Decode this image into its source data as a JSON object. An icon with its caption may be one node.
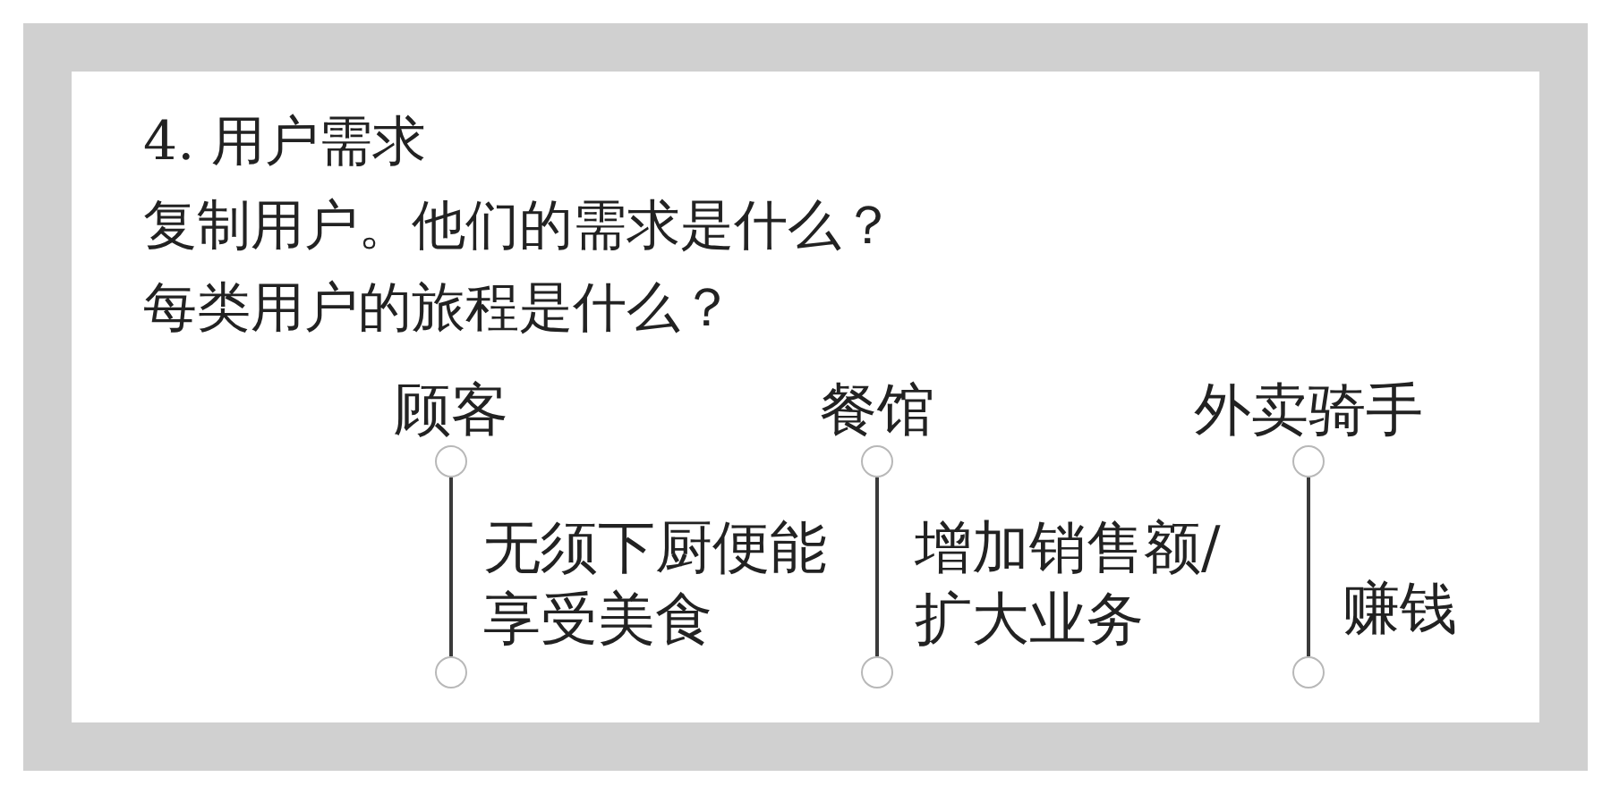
{
  "diagram": {
    "title": "4. 用户需求",
    "nodes": [
      {
        "text": [],
        "shape": "circle",
        "beside": [
          "顾客"
        ]
      },
      {
        "text": [],
        "shape": "circle",
        "beside": [
          "餐馆"
        ]
      },
      {
        "text": [],
        "shape": "circle",
        "beside": [
          "外卖骑手"
        ]
      },
      {
        "text": [],
        "shape": "circle"
      },
      {
        "text": [],
        "shape": "circle"
      },
      {
        "text": [],
        "shape": "circle"
      }
    ],
    "edges": [
      {
        "from": 0,
        "to": 3,
        "arrow": "none",
        "label": "无须下厨便能享受美食"
      },
      {
        "from": 1,
        "to": 4,
        "arrow": "none",
        "label": "增加销售额/扩大业务"
      },
      {
        "from": 2,
        "to": 5,
        "arrow": "none",
        "label": "赚钱"
      }
    ],
    "labels": [
      "复制用户。他们的需求是什么？",
      "每类用户的旅程是什么？"
    ]
  }
}
